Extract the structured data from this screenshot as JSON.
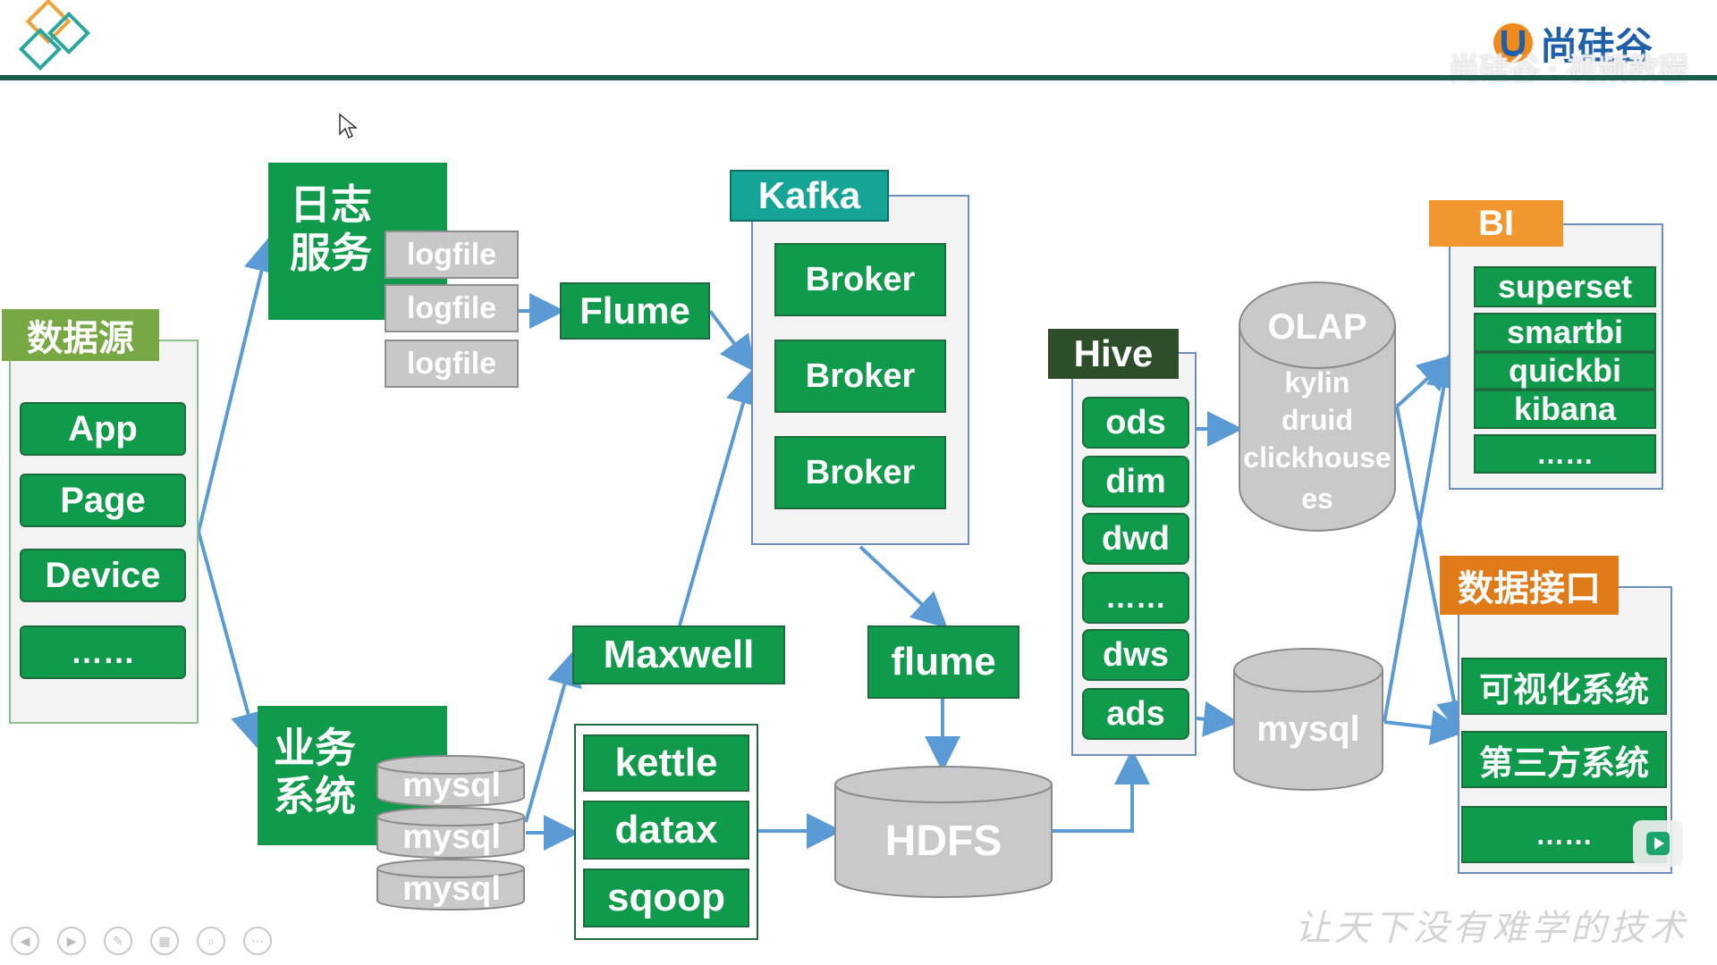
{
  "header": {
    "brand_text": "尚硅谷",
    "watermark_text": "尚硅谷 · 视频教程",
    "colors": {
      "rule": "#1b5e4b",
      "brand_orange": "#f08a1c",
      "brand_blue": "#1d5fa8"
    }
  },
  "datasource": {
    "title": "数据源",
    "items": [
      "App",
      "Page",
      "Device",
      "……"
    ]
  },
  "log_service": {
    "title_line1": "日志",
    "title_line2": "服务",
    "files": [
      "logfile",
      "logfile",
      "logfile"
    ]
  },
  "biz_system": {
    "title_line1": "业务",
    "title_line2": "系统",
    "dbs": [
      "mysql",
      "mysql",
      "mysql"
    ]
  },
  "flume_top": "Flume",
  "kafka": {
    "title": "Kafka",
    "brokers": [
      "Broker",
      "Broker",
      "Broker"
    ]
  },
  "maxwell": "Maxwell",
  "etl": {
    "items": [
      "kettle",
      "datax",
      "sqoop"
    ]
  },
  "flume_bottom": "flume",
  "hdfs": "HDFS",
  "hive": {
    "title": "Hive",
    "layers": [
      "ods",
      "dim",
      "dwd",
      "……",
      "dws",
      "ads"
    ]
  },
  "olap": {
    "title": "OLAP",
    "engines": [
      "kylin",
      "druid",
      "clickhouse",
      "es"
    ]
  },
  "mysql_right": "mysql",
  "bi": {
    "title": "BI",
    "tools": [
      "superset",
      "smartbi",
      "quickbi",
      "kibana",
      "……"
    ]
  },
  "data_api": {
    "title": "数据接口",
    "items": [
      "可视化系统",
      "第三方系统",
      "……"
    ]
  },
  "footer_slogan": "让天下没有难学的技术",
  "colors": {
    "green": "#0f9a4c",
    "olive_tab": "#78a844",
    "teal_tab": "#14a596",
    "dark_tab": "#2e4d2a",
    "orange_tab": "#f2962e",
    "orange_tab2": "#e07b1a",
    "cylinder": "#c9c9c9",
    "arrow": "#5b9bd5"
  }
}
